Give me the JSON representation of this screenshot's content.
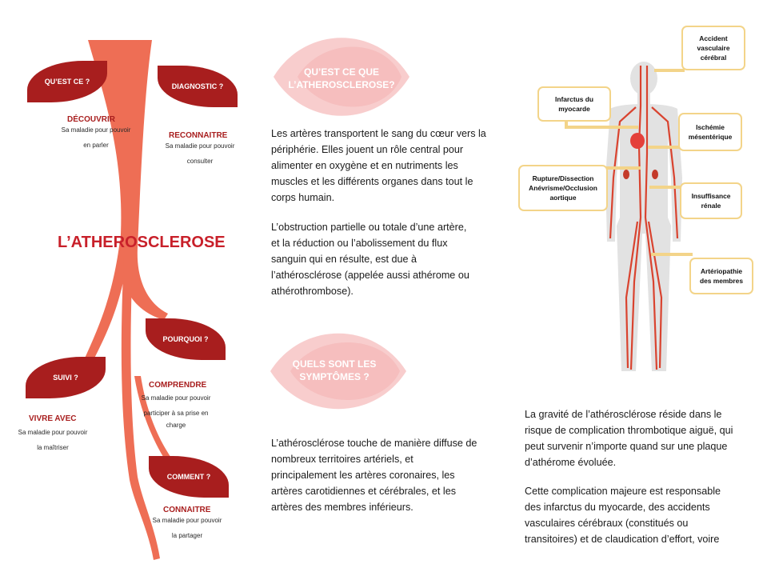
{
  "left": {
    "main_title": "L’ATHEROSCLEROSE",
    "leaves": [
      {
        "tag": "QU’EST CE  ?",
        "head": "DÉCOUVRIR",
        "sub": [
          "Sa maladie pour pouvoir",
          "en parler"
        ]
      },
      {
        "tag": "DIAGNOSTIC ?",
        "head": "RECONNAITRE",
        "sub": [
          "Sa maladie pour pouvoir",
          "consulter"
        ]
      },
      {
        "tag": "POURQUOI ?",
        "head": "COMPRENDRE",
        "sub": [
          "Sa maladie pour pouvoir",
          "participer à sa prise en",
          "charge"
        ]
      },
      {
        "tag": "SUIVI ?",
        "head": "VIVRE AVEC",
        "sub": [
          "Sa maladie pour pouvoir",
          "la maîtriser"
        ]
      },
      {
        "tag": "COMMENT ?",
        "head": "CONNAITRE",
        "sub": [
          "Sa maladie pour pouvoir",
          "la partager"
        ]
      }
    ]
  },
  "middle": {
    "section1_title": [
      "QU’EST CE QUE",
      "L’ATHEROSCLEROSE?"
    ],
    "section1_para1": [
      "Les artères transportent le sang du cœur vers la",
      "périphérie. Elles jouent un rôle central pour",
      "alimenter en oxygène et en nutriments les",
      "muscles et les différents organes dans tout le",
      "corps humain."
    ],
    "section1_para2": [
      "L’obstruction partielle ou totale d’une artère,",
      "et la réduction ou l’abolissement du flux",
      "sanguin qui en résulte, est due à",
      "l’athérosclérose (appelée aussi athérome ou",
      "athérothrombose)."
    ],
    "section2_title": [
      "QUELS SONT LES",
      "SYMPTÔMES ?"
    ],
    "section2_para": [
      "L’athérosclérose touche de manière diffuse de",
      "nombreux territoires artériels, et",
      "principalement les artères coronaires, les",
      "artères carotidiennes et cérébrales, et les",
      "artères des membres inférieurs."
    ]
  },
  "right": {
    "callouts": [
      {
        "lines": [
          "Accident",
          "vasculaire",
          "cérébral"
        ]
      },
      {
        "lines": [
          "Infarctus du",
          "myocarde"
        ]
      },
      {
        "lines": [
          "Ischémie",
          "mésentérique"
        ]
      },
      {
        "lines": [
          "Rupture/Dissection",
          "Anévrisme/Occlusion",
          "aortique"
        ]
      },
      {
        "lines": [
          "Insuffisance",
          "rénale"
        ]
      },
      {
        "lines": [
          "Artériopathie",
          "des membres"
        ]
      }
    ],
    "para1": [
      "La gravité de l’athérosclérose réside dans le",
      "risque de complication thrombotique aiguë, qui",
      "peut survenir n’importe quand sur une plaque",
      "d’athérome évoluée."
    ],
    "para2": [
      "Cette complication majeure est responsable",
      "des infarctus du myocarde, des accidents",
      "vasculaires cérébraux (constitués ou",
      "transitoires) et de claudication d’effort, voire"
    ]
  },
  "colors": {
    "leaf": "#a81e1e",
    "artery": "#ee6e55",
    "petal": "#f7c4c4",
    "callout_border": "#f3d489",
    "title_red": "#c8202a"
  }
}
